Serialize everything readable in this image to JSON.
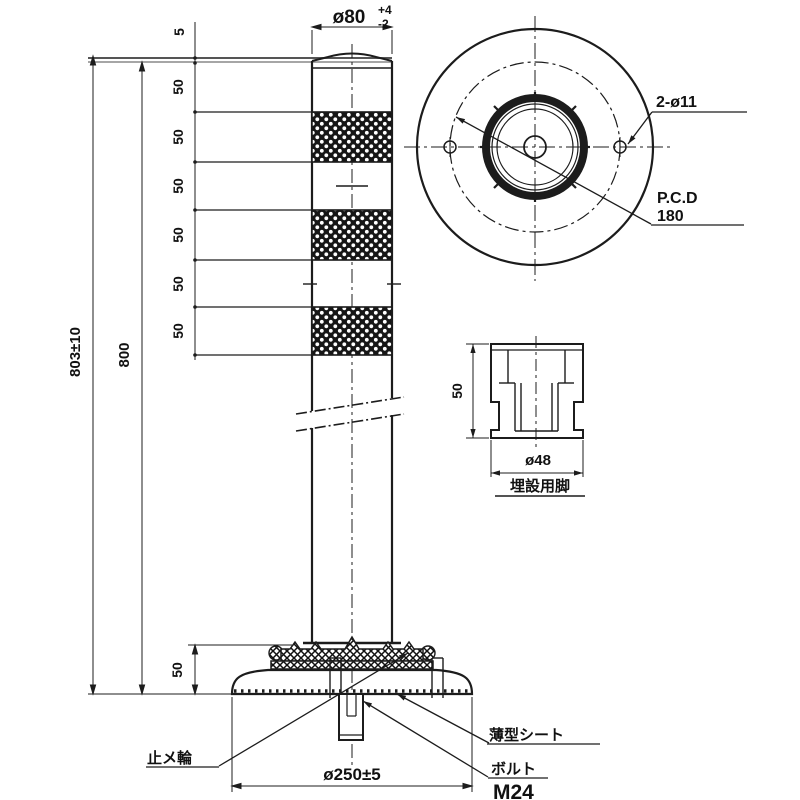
{
  "drawing": {
    "front_view": {
      "dim_top_diameter": "ø80",
      "dim_top_tol_plus": "+4",
      "dim_top_tol_minus": "-2",
      "dim_cap": "5",
      "dim_segments": [
        "50",
        "50",
        "50",
        "50",
        "50",
        "50"
      ],
      "dim_total_height": "803±10",
      "dim_body_height": "800",
      "dim_base_height": "50",
      "dim_base_diameter": "ø250±5",
      "label_retaining_ring": "止メ輪",
      "label_thin_sheet": "薄型シート",
      "label_bolt": "ボルト",
      "label_bolt_size": "M24"
    },
    "top_view": {
      "dim_holes": "2-ø11",
      "dim_pcd_label": "P.C.D",
      "dim_pcd_value": "180"
    },
    "leg_detail": {
      "dim_height": "50",
      "dim_diameter": "ø48",
      "caption": "埋設用脚"
    },
    "colors": {
      "line": "#1c1c1c",
      "band_fill": "#161616",
      "background": "#ffffff"
    }
  }
}
